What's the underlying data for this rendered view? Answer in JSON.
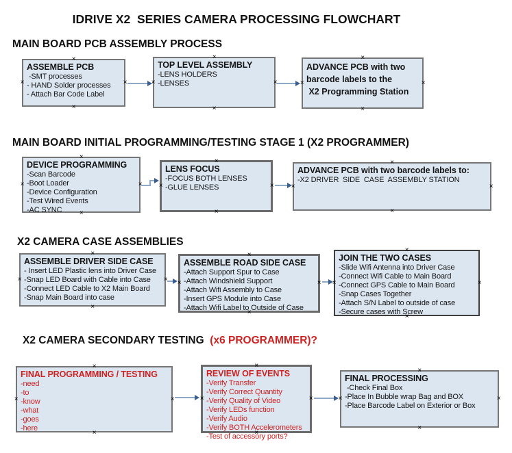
{
  "title": "IDRIVE X2  SERIES CAMERA PROCESSING FLOWCHART",
  "colors": {
    "box_fill": "#dce6f1",
    "box_border": "#767676",
    "red_text": "#cc2222",
    "arrow_line": "#8ea9c6",
    "arrow_head": "#3c5f92"
  },
  "icons": {
    "connection_anchor": "×",
    "arrowhead": "▶"
  },
  "sections": [
    {
      "heading": "MAIN BOARD PCB ASSEMBLY PROCESS",
      "boxes": [
        {
          "title": "ASSEMBLE PCB",
          "items": [
            " -SMT processes",
            "- HAND Solder processes",
            "- Attach Bar Code Label"
          ]
        },
        {
          "title": "TOP LEVEL ASSEMBLY",
          "items": [
            "-LENS HOLDERS",
            "-LENSES"
          ]
        },
        {
          "title": "",
          "items": [
            "ADVANCE PCB with two",
            "barcode labels to the",
            " X2 Programming Station"
          ]
        }
      ]
    },
    {
      "heading": "MAIN BOARD INITIAL PROGRAMMING/TESTING STAGE 1 (X2 PROGRAMMER)",
      "boxes": [
        {
          "title": "DEVICE PROGRAMMING",
          "items": [
            "-Scan Barcode",
            "-Boot Loader",
            "-Device Configuration",
            "-Test Wired Events",
            "-AC SYNC"
          ]
        },
        {
          "title": "LENS FOCUS",
          "items": [
            "-FOCUS BOTH LENSES",
            "-GLUE LENSES"
          ]
        },
        {
          "title": "ADVANCE PCB with two barcode labels to:",
          "items": [
            "-X2 DRIVER  SIDE  CASE  ASSEMBLY STATION"
          ]
        }
      ]
    },
    {
      "heading": "X2 CAMERA CASE ASSEMBLIES",
      "boxes": [
        {
          "title": "ASSEMBLE DRIVER SIDE CASE",
          "items": [
            "- Insert LED Plastic lens into Driver Case",
            "-Snap LED Board with Cable into Case",
            "-Connect LED Cable to X2 Main Board",
            "-Snap Main Board into case"
          ]
        },
        {
          "title": "ASSEMBLE ROAD SIDE CASE",
          "items": [
            "-Attach Support Spur to Case",
            "-Attach Windshield Support",
            "-Attach Wifi Assembly to Case",
            "-Insert GPS Module into Case",
            "-Attach Wifi Label to Outside of Case"
          ]
        },
        {
          "title": "JOIN THE TWO CASES",
          "items": [
            "-Slide Wifi Antenna into Driver Case",
            "-Connect Wifi Cable to Main Board",
            "-Connect GPS Cable to Main Board",
            "-Snap Cases Together",
            "-Attach S/N Label to outside of case",
            "-Secure cases with Screw"
          ]
        }
      ]
    },
    {
      "heading": "X2 CAMERA SECONDARY TESTING  ",
      "heading_red": "(x6 PROGRAMMER)?",
      "boxes": [
        {
          "title": "FINAL PROGRAMMING / TESTING",
          "items": [
            "-need",
            "-to",
            "-know",
            "-what",
            "-goes",
            "-here"
          ]
        },
        {
          "title": "REVIEW OF EVENTS",
          "items": [
            "-Verify Transfer",
            "-Verify Correct Quantity",
            "-Verify Quality of Video",
            "-Verify LEDs function",
            "-Verify Audio",
            "-Verify BOTH Accelerometers",
            "-Test of accessory ports?"
          ]
        },
        {
          "title": "FINAL PROCESSING",
          "items": [
            " -Check Final Box",
            "-Place In Bubble wrap Bag and BOX",
            "-Place Barcode Label on Exterior or Box"
          ]
        }
      ]
    }
  ]
}
